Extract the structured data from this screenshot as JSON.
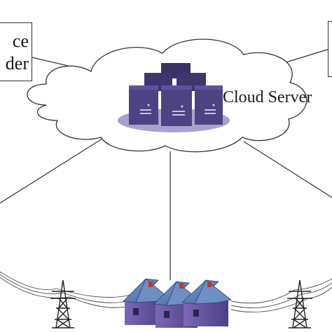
{
  "cloud": {
    "label": "Cloud Server"
  },
  "provider_box": {
    "line1": "ce",
    "line2": "der"
  },
  "colors": {
    "server_body": "#4a3f78",
    "server_dark": "#2f2856",
    "server_shadow": "#9c93c4",
    "house_roof": "#5b7db1",
    "house_wall": "#6d5ba8",
    "line": "#333333"
  },
  "icons": [
    "server-stack-icon",
    "transmission-tower-icon",
    "house-icon"
  ]
}
